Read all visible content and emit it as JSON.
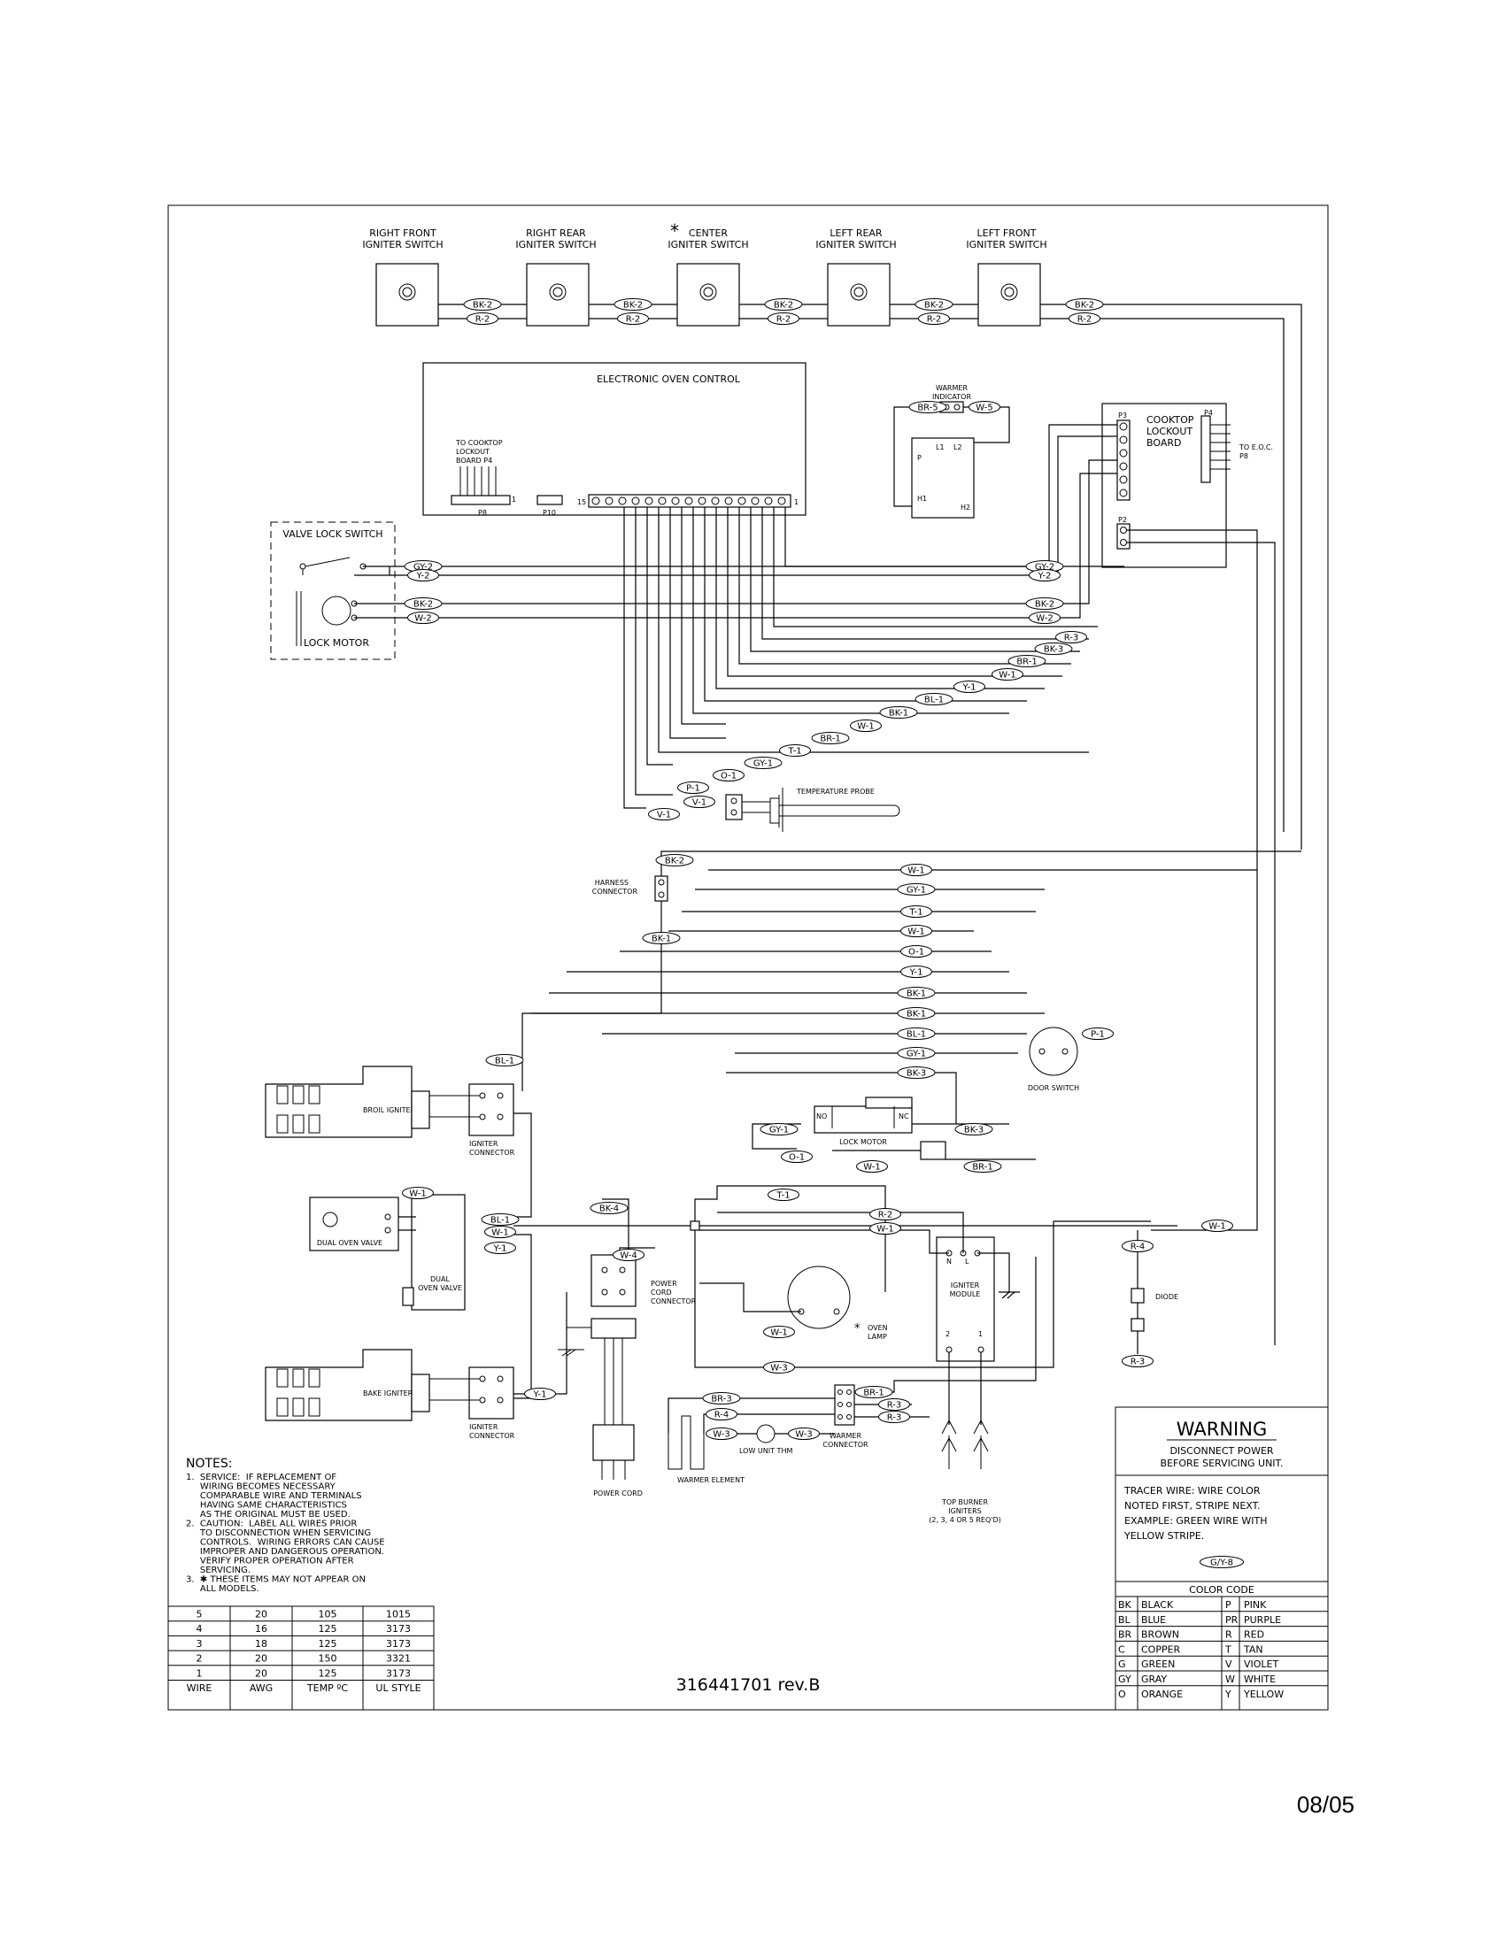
{
  "switches": {
    "right_front": [
      "RIGHT FRONT",
      "IGNITER SWITCH"
    ],
    "right_rear": [
      "RIGHT REAR",
      "IGNITER SWITCH"
    ],
    "center": [
      "CENTER",
      "IGNITER SWITCH"
    ],
    "left_rear": [
      "LEFT REAR",
      "IGNITER SWITCH"
    ],
    "left_front": [
      "LEFT FRONT",
      "IGNITER SWITCH"
    ],
    "asterisk": "*"
  },
  "components": {
    "eoc": "ELECTRONIC OVEN CONTROL",
    "to_cooktop": [
      "TO COOKTOP",
      "LOCKOUT",
      "BOARD P4"
    ],
    "p8": "P8",
    "p10": "P10",
    "pin15": "15",
    "pin1": "1",
    "pin1b": "1",
    "warmer_indicator": [
      "WARMER",
      "INDICATOR"
    ],
    "cooktop_board": [
      "COOKTOP",
      "LOCKOUT",
      "BOARD"
    ],
    "to_eoc": [
      "TO E.O.C.",
      "P8"
    ],
    "p3": "P3",
    "p4": "P4",
    "p2": "P2",
    "p": "P",
    "l1": "L1",
    "l2": "L2",
    "h1": "H1",
    "h2": "H2",
    "valve_lock_switch": "VALVE LOCK SWITCH",
    "lock_motor": "LOCK MOTOR",
    "temperature_probe": "TEMPERATURE PROBE",
    "harness_connector": [
      "HARNESS",
      "CONNECTOR"
    ],
    "door_switch": "DOOR SWITCH",
    "broil_igniter": "BROIL IGNITER",
    "igniter_connector": [
      "IGNITER",
      "CONNECTOR"
    ],
    "dual_oven_valve": "DUAL OVEN VALVE",
    "dual_oven_valve_2": [
      "DUAL",
      "OVEN VALVE"
    ],
    "bake_igniter": "BAKE IGNITER",
    "lock_motor_2": "LOCK MOTOR",
    "nc": "NC",
    "no": "NO",
    "power_cord_connector": [
      "POWER",
      "CORD",
      "CONNECTOR"
    ],
    "power_cord": "POWER CORD",
    "oven_lamp": [
      "OVEN",
      "LAMP"
    ],
    "igniter_module": [
      "IGNITER",
      "MODULE"
    ],
    "n": "N",
    "l": "L",
    "two": "2",
    "one": "1",
    "diode": "DIODE",
    "warmer_element": "WARMER ELEMENT",
    "low_unit_thm": "LOW UNIT THM",
    "warmer_connector": [
      "WARMER",
      "CONNECTOR"
    ],
    "top_burner_igniters": [
      "TOP BURNER",
      "IGNITERS",
      "(2, 3, 4 OR 5 REQ'D)"
    ]
  },
  "wire_tags": {
    "bk2": "BK-2",
    "r2": "R-2",
    "gy2": "GY-2",
    "y2": "Y-2",
    "w2": "W-2",
    "br5": "BR-5",
    "w5": "W-5",
    "w1": "W-1",
    "bk1": "BK-1",
    "r3": "R-3",
    "bk3": "BK-3",
    "br1": "BR-1",
    "y1": "Y-1",
    "bl1": "BL-1",
    "t1": "T-1",
    "gy1": "GY-1",
    "o1": "O-1",
    "p1": "P-1",
    "v1": "V-1",
    "bk4": "BK-4",
    "w4": "W-4",
    "w3": "W-3",
    "br3": "BR-3",
    "r4": "R-4",
    "gy8": "G/Y-8"
  },
  "notes": {
    "title": "NOTES:",
    "lines": [
      "1.  SERVICE:  IF REPLACEMENT OF",
      "     WIRING BECOMES NECESSARY",
      "     COMPARABLE WIRE AND TERMINALS",
      "     HAVING SAME CHARACTERISTICS",
      "     AS THE ORIGINAL MUST BE USED.",
      "2.  CAUTION:  LABEL ALL WIRES PRIOR",
      "     TO DISCONNECTION WHEN SERVICING",
      "     CONTROLS.  WIRING ERRORS CAN CAUSE",
      "     IMPROPER AND DANGEROUS OPERATION.",
      "     VERIFY PROPER OPERATION AFTER",
      "     SERVICING.",
      "3.  ✱ THESE ITEMS MAY NOT APPEAR ON",
      "     ALL MODELS."
    ]
  },
  "wire_table": {
    "header": [
      "WIRE",
      "AWG",
      "TEMP ºC",
      "UL STYLE"
    ],
    "rows": [
      [
        "5",
        "20",
        "105",
        "1015"
      ],
      [
        "4",
        "16",
        "125",
        "3173"
      ],
      [
        "3",
        "18",
        "125",
        "3173"
      ],
      [
        "2",
        "20",
        "150",
        "3321"
      ],
      [
        "1",
        "20",
        "125",
        "3173"
      ]
    ]
  },
  "part_number": "316441701  rev.B",
  "warning": {
    "title": "WARNING",
    "line1": "DISCONNECT POWER",
    "line2": "BEFORE SERVICING UNIT.",
    "tracer": [
      "TRACER WIRE:  WIRE COLOR",
      "NOTED FIRST, STRIPE NEXT.",
      "EXAMPLE:  GREEN WIRE WITH",
      "YELLOW STRIPE."
    ]
  },
  "color_code": {
    "title": "COLOR CODE",
    "left": [
      [
        "BK",
        "BLACK"
      ],
      [
        "BL",
        "BLUE"
      ],
      [
        "BR",
        "BROWN"
      ],
      [
        "C",
        "COPPER"
      ],
      [
        "G",
        "GREEN"
      ],
      [
        "GY",
        "GRAY"
      ],
      [
        "O",
        "ORANGE"
      ]
    ],
    "right": [
      [
        "P",
        "PINK"
      ],
      [
        "PR",
        "PURPLE"
      ],
      [
        "R",
        "RED"
      ],
      [
        "T",
        "TAN"
      ],
      [
        "V",
        "VIOLET"
      ],
      [
        "W",
        "WHITE"
      ],
      [
        "Y",
        "YELLOW"
      ]
    ]
  },
  "date": "08/05"
}
